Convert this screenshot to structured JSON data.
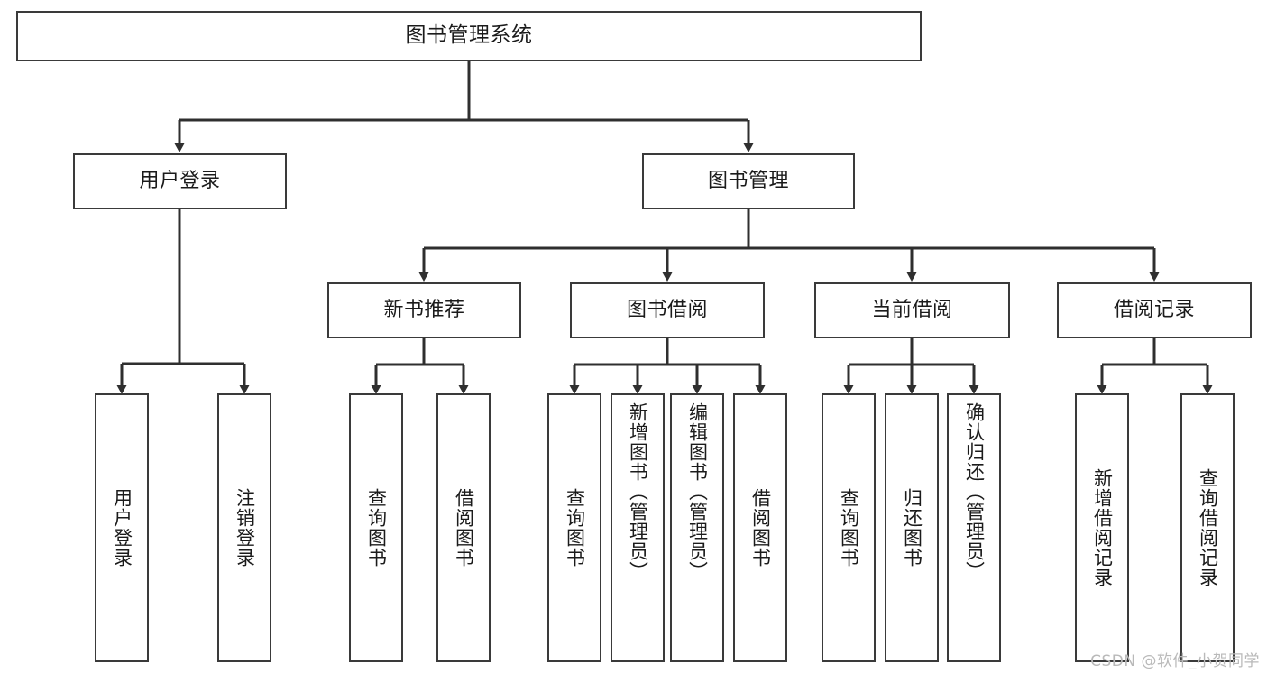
{
  "diagram": {
    "title": "图书管理系统",
    "type": "hierarchy-tree",
    "watermark": "CSDN @软件_小贺同学",
    "colors": {
      "box_border": "#3a3a3a",
      "box_fill": "#ffffff",
      "connector": "#2f2f2f",
      "text": "#1b1b1b",
      "watermark": "#b9b9b9"
    },
    "levels": {
      "level1": "root",
      "level2": "modules",
      "level3": "sub-modules",
      "level4": "operations"
    },
    "root": {
      "label": "图书管理系统",
      "orientation": "horizontal"
    },
    "level2": [
      {
        "id": "user-login",
        "label": "用户登录",
        "orientation": "horizontal"
      },
      {
        "id": "book-manage",
        "label": "图书管理",
        "orientation": "horizontal"
      }
    ],
    "level3": [
      {
        "id": "new-book-recommend",
        "label": "新书推荐",
        "orientation": "horizontal",
        "parent": "book-manage"
      },
      {
        "id": "book-borrow",
        "label": "图书借阅",
        "orientation": "horizontal",
        "parent": "book-manage"
      },
      {
        "id": "current-borrow",
        "label": "当前借阅",
        "orientation": "horizontal",
        "parent": "book-manage"
      },
      {
        "id": "borrow-record",
        "label": "借阅记录",
        "orientation": "horizontal",
        "parent": "book-manage"
      }
    ],
    "leaves": {
      "user_login": [
        {
          "id": "leaf-user-login",
          "label": "用户登录",
          "orientation": "vertical"
        },
        {
          "id": "leaf-logout",
          "label": "注销登录",
          "orientation": "vertical"
        }
      ],
      "new_book_recommend": [
        {
          "id": "leaf-query-book-1",
          "label": "查询图书",
          "orientation": "vertical"
        },
        {
          "id": "leaf-borrow-book-1",
          "label": "借阅图书",
          "orientation": "vertical"
        }
      ],
      "book_borrow": [
        {
          "id": "leaf-query-book-2",
          "label": "查询图书",
          "orientation": "vertical"
        },
        {
          "id": "leaf-add-book",
          "label": "新增图书（管理员）",
          "orientation": "vertical"
        },
        {
          "id": "leaf-edit-book",
          "label": "编辑图书（管理员）",
          "orientation": "vertical"
        },
        {
          "id": "leaf-borrow-book-2",
          "label": "借阅图书",
          "orientation": "vertical"
        }
      ],
      "current_borrow": [
        {
          "id": "leaf-query-book-3",
          "label": "查询图书",
          "orientation": "vertical"
        },
        {
          "id": "leaf-return-book",
          "label": "归还图书",
          "orientation": "vertical"
        },
        {
          "id": "leaf-confirm-return",
          "label": "确认归还（管理员）",
          "orientation": "vertical"
        }
      ],
      "borrow_record": [
        {
          "id": "leaf-add-record",
          "label": "新增借阅记录",
          "orientation": "vertical"
        },
        {
          "id": "leaf-query-record",
          "label": "查询借阅记录",
          "orientation": "vertical"
        }
      ]
    }
  }
}
